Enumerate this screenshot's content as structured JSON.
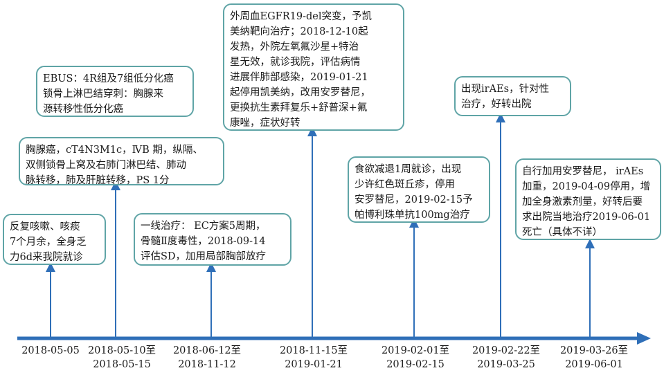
{
  "events": [
    {
      "date": "2018-05-05",
      "text": "反复咳嗽、咳痰\n7个月余，全身乏\n力6d来我院就诊"
    },
    {
      "date": "2018-05-10至\n2018-05-15",
      "text": "胸腺癌，cT4N3M1c，ⅣB 期，纵隔、\n双侧锁骨上窝及右肺门淋巴结、肺动\n脉转移，肺及肝脏转移，PS 1分"
    },
    {
      "date": "2018-05-10至\n2018-05-15",
      "text": "EBUS：4R组及7组低分化癌\n锁骨上淋巴结穿刺：胸腺来\n源转移性低分化癌"
    },
    {
      "date": "2018-06-12至\n2018-11-12",
      "text": "一线治疗： EC方案5周期，\n骨髓Ⅱ度毒性，2018-09-14\n评估SD，加用局部胸部放疗"
    },
    {
      "date": "2018-11-15至\n2019-01-21",
      "text": "外周血EGFR19-del突变，予凯\n美纳靶向治疗；2018-12-10起\n发热，外院左氧氟沙星+特治\n星无效，就诊我院，评估病情\n进展伴肺部感染，2019-01-21\n起停用凯美纳，改用安罗替尼，\n更换抗生素拜复乐+舒普深+氟\n康唑，症状好转"
    },
    {
      "date": "2019-02-01至\n2019-02-15",
      "text": "食欲减退1周就诊，出现\n少许红色斑丘疹，停用\n安罗替尼，2019-02-15予\n帕博利珠单抗100mg治疗"
    },
    {
      "date": "2019-02-22至\n2019-03-25",
      "text": "出现irAEs，针对性\n治疗，好转出院"
    },
    {
      "date": "2019-03-26至\n2019-06-01",
      "text": "自行加用安罗替尼， irAEs\n加重，2019-04-09停用，增\n加全身激素剂量，好转后要\n求出院当地治疗2019-06-01\n死亡（具体不详）"
    }
  ],
  "ticks": [
    "2018-05-05",
    "2018-05-10至\n2018-05-15",
    "2018-06-12至\n2018-11-12",
    "2018-11-15至\n2019-01-21",
    "2019-02-01至\n2019-02-15",
    "2019-02-22至\n2019-03-25",
    "2019-03-26至\n2019-06-01"
  ],
  "colors": {
    "axis": "#2f6fb8",
    "box_border": "#5fa4a6"
  }
}
